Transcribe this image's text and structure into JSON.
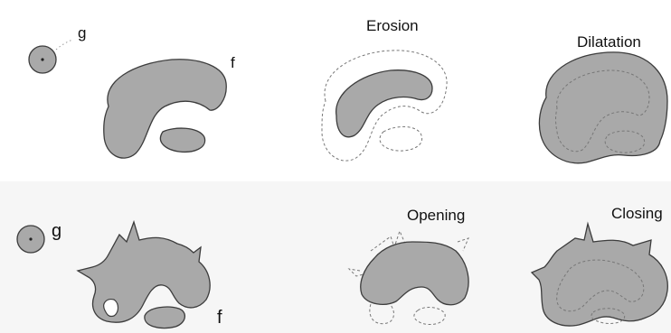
{
  "colors": {
    "shape_fill": "#a9a9a9",
    "shape_stroke": "#3c3c3c",
    "dashed_stroke": "#777777",
    "scan_band": "#f2f2f2",
    "text": "#111111"
  },
  "top_row": {
    "structuring_element_label": "g",
    "set_label": "f",
    "erosion_label": "Erosion",
    "dilatation_label": "Dilatation"
  },
  "bottom_row": {
    "structuring_element_label": "g",
    "set_label": "f",
    "opening_label": "Opening",
    "closing_label": "Closing"
  }
}
